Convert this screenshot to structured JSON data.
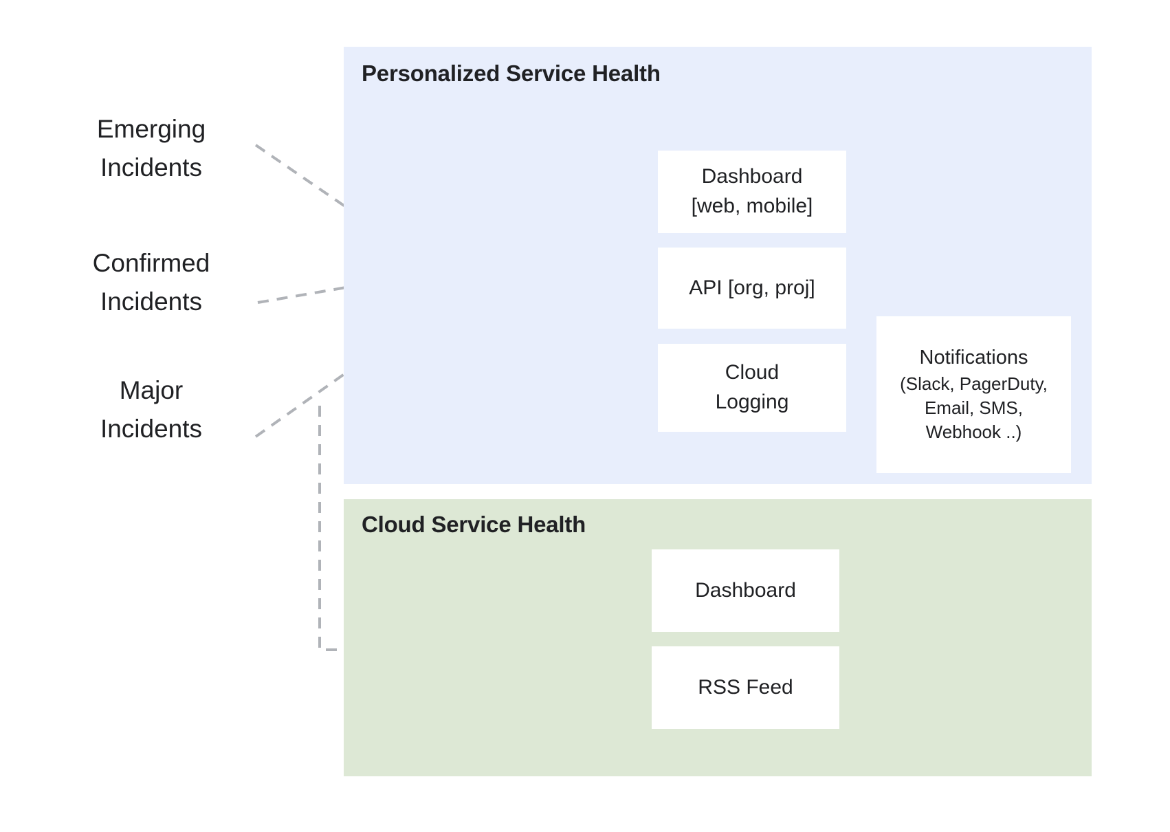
{
  "diagram": {
    "title_semantic": "service-health-architecture",
    "colors": {
      "personalized_panel_bg": "#e8eefc",
      "cloud_panel_bg": "#dde8d5",
      "node_box_bg": "#ffffff",
      "solid_edge": "#5f6368",
      "dashed_edge": "#b0b3b8",
      "light_edge": "#b0b5b8",
      "text": "#202124",
      "hub_fill": "#fbfbfb",
      "hub_stroke": "#b7babd"
    }
  },
  "sources": [
    {
      "id": "emerging",
      "line1": "Emerging",
      "line2": "Incidents"
    },
    {
      "id": "confirmed",
      "line1": "Confirmed",
      "line2": "Incidents"
    },
    {
      "id": "major",
      "line1": "Major",
      "line2": "Incidents"
    }
  ],
  "panels": {
    "personalized": {
      "title": "Personalized Service Health",
      "nodes": {
        "dashboard": {
          "line1": "Dashboard",
          "line2": "[web, mobile]"
        },
        "api": {
          "line1": "API [org, proj]",
          "line2": ""
        },
        "logging": {
          "line1": "Cloud",
          "line2": "Logging"
        },
        "notifications": {
          "line1": "Notifications",
          "line2": "(Slack, PagerDuty,",
          "line3": "Email, SMS,",
          "line4": "Webhook ..)"
        }
      }
    },
    "cloud": {
      "title": "Cloud Service Health",
      "nodes": {
        "dashboard": {
          "line1": "Dashboard"
        },
        "rss": {
          "line1": "RSS Feed"
        }
      }
    }
  },
  "edges": [
    {
      "id": "emerging-to-hub",
      "from": "Emerging Incidents",
      "to": "hub",
      "style": "dashed",
      "arrow": true
    },
    {
      "id": "confirmed-to-hub",
      "from": "Confirmed Incidents",
      "to": "hub",
      "style": "dashed",
      "arrow": true
    },
    {
      "id": "major-to-hub",
      "from": "Major Incidents",
      "to": "hub",
      "style": "dashed",
      "arrow": true
    },
    {
      "id": "major-to-csh",
      "from": "Major Incidents",
      "to": "Cloud Service Health",
      "style": "dashed",
      "arrow": true
    },
    {
      "id": "hub-to-dashboard",
      "from": "hub",
      "to": "Dashboard [web, mobile]",
      "style": "solid",
      "arrow": true
    },
    {
      "id": "hub-to-api",
      "from": "hub",
      "to": "API [org, proj]",
      "style": "solid",
      "arrow": true
    },
    {
      "id": "hub-to-logging",
      "from": "hub",
      "to": "Cloud Logging",
      "style": "solid",
      "arrow": true
    },
    {
      "id": "logging-to-notify",
      "from": "Cloud Logging",
      "to": "Notifications",
      "style": "solid-light",
      "arrow": true
    },
    {
      "id": "csh-split-dashboard",
      "from": "Cloud Service Health",
      "to": "Dashboard",
      "style": "solid-light",
      "arrow": false
    },
    {
      "id": "csh-split-rss",
      "from": "Cloud Service Health",
      "to": "RSS Feed",
      "style": "solid-light",
      "arrow": false
    }
  ]
}
